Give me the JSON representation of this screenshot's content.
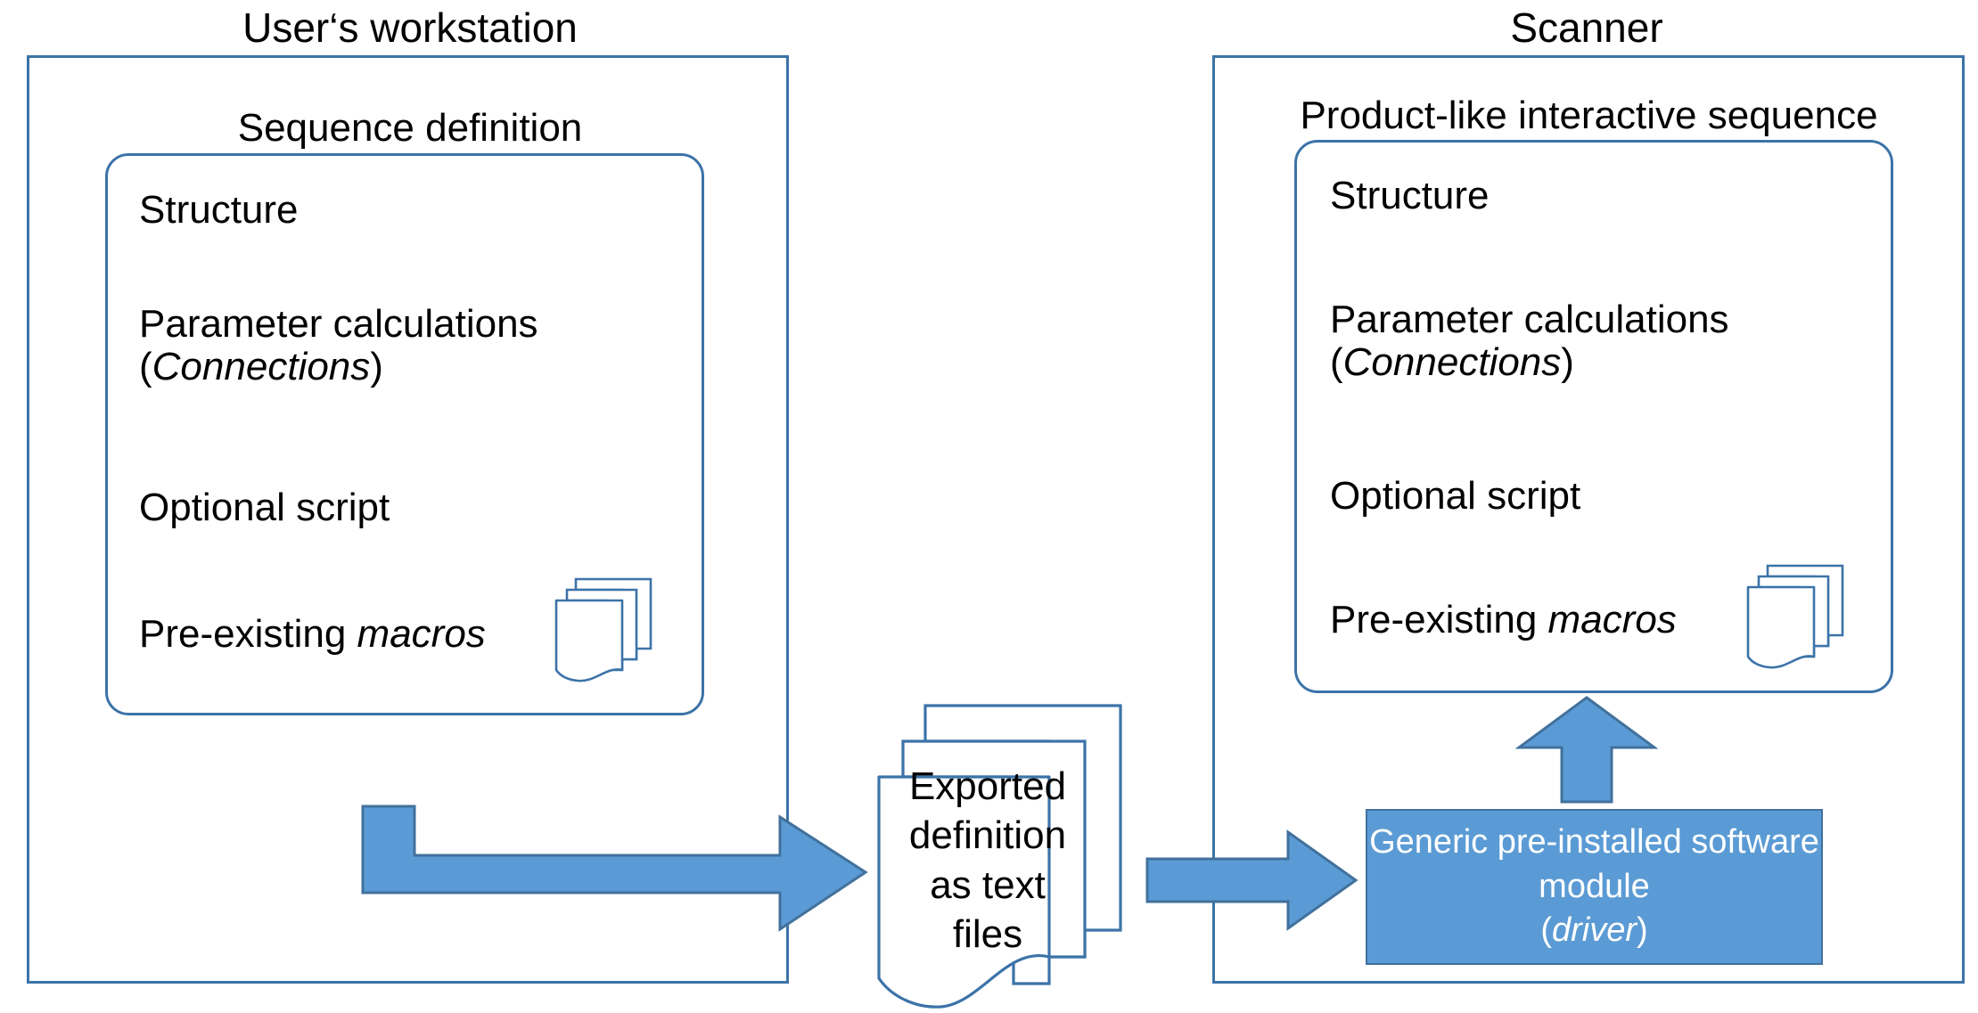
{
  "diagram": {
    "type": "flow-diagram",
    "accent_color": "#5B9BD5",
    "outline_color": "#3C73A8",
    "arrow_fill": "#5B9BD5",
    "arrow_stroke": "#41719C",
    "text_color": "#000000",
    "inverse_text_color": "#FFFFFF",
    "background": "#FFFFFF"
  },
  "panels": {
    "workstation": {
      "title": "User‘s workstation",
      "section_caption": "Sequence definition",
      "features": [
        {
          "text": "Structure",
          "italic_part": ""
        },
        {
          "text": "Parameter calculations",
          "second_line_prefix": "(",
          "second_line_italic": "Connections",
          "second_line_suffix": ")"
        },
        {
          "text": "Optional script",
          "italic_part": ""
        },
        {
          "prefix": "Pre-existing ",
          "italic_part": "macros",
          "suffix": ""
        }
      ],
      "macros_icon": "stacked-documents-icon"
    },
    "scanner": {
      "title": "Scanner",
      "section_caption": "Product-like interactive sequence",
      "features": [
        {
          "text": "Structure",
          "italic_part": ""
        },
        {
          "text": "Parameter calculations",
          "second_line_prefix": "(",
          "second_line_italic": "Connections",
          "second_line_suffix": ")"
        },
        {
          "text": "Optional script",
          "italic_part": ""
        },
        {
          "prefix": "Pre-existing ",
          "italic_part": "macros",
          "suffix": ""
        }
      ],
      "macros_icon": "stacked-documents-icon"
    }
  },
  "transfer": {
    "exported_docs": {
      "icon": "stacked-documents-icon",
      "lines": [
        "Exported",
        "definition",
        "as text",
        "files"
      ],
      "label": "Exported definition as text files"
    },
    "arrows": [
      {
        "name": "arrow-export",
        "direction": "right",
        "label": ""
      },
      {
        "name": "arrow-to-driver",
        "direction": "right",
        "label": ""
      },
      {
        "name": "arrow-up-driver",
        "direction": "up",
        "label": ""
      }
    ]
  },
  "driver_box": {
    "line1": "Generic pre-installed software",
    "line2": "module",
    "line3_prefix": "(",
    "line3_italic": "driver",
    "line3_suffix": ")",
    "fill": "#5B9BD5",
    "text_color": "#FFFFFF"
  }
}
